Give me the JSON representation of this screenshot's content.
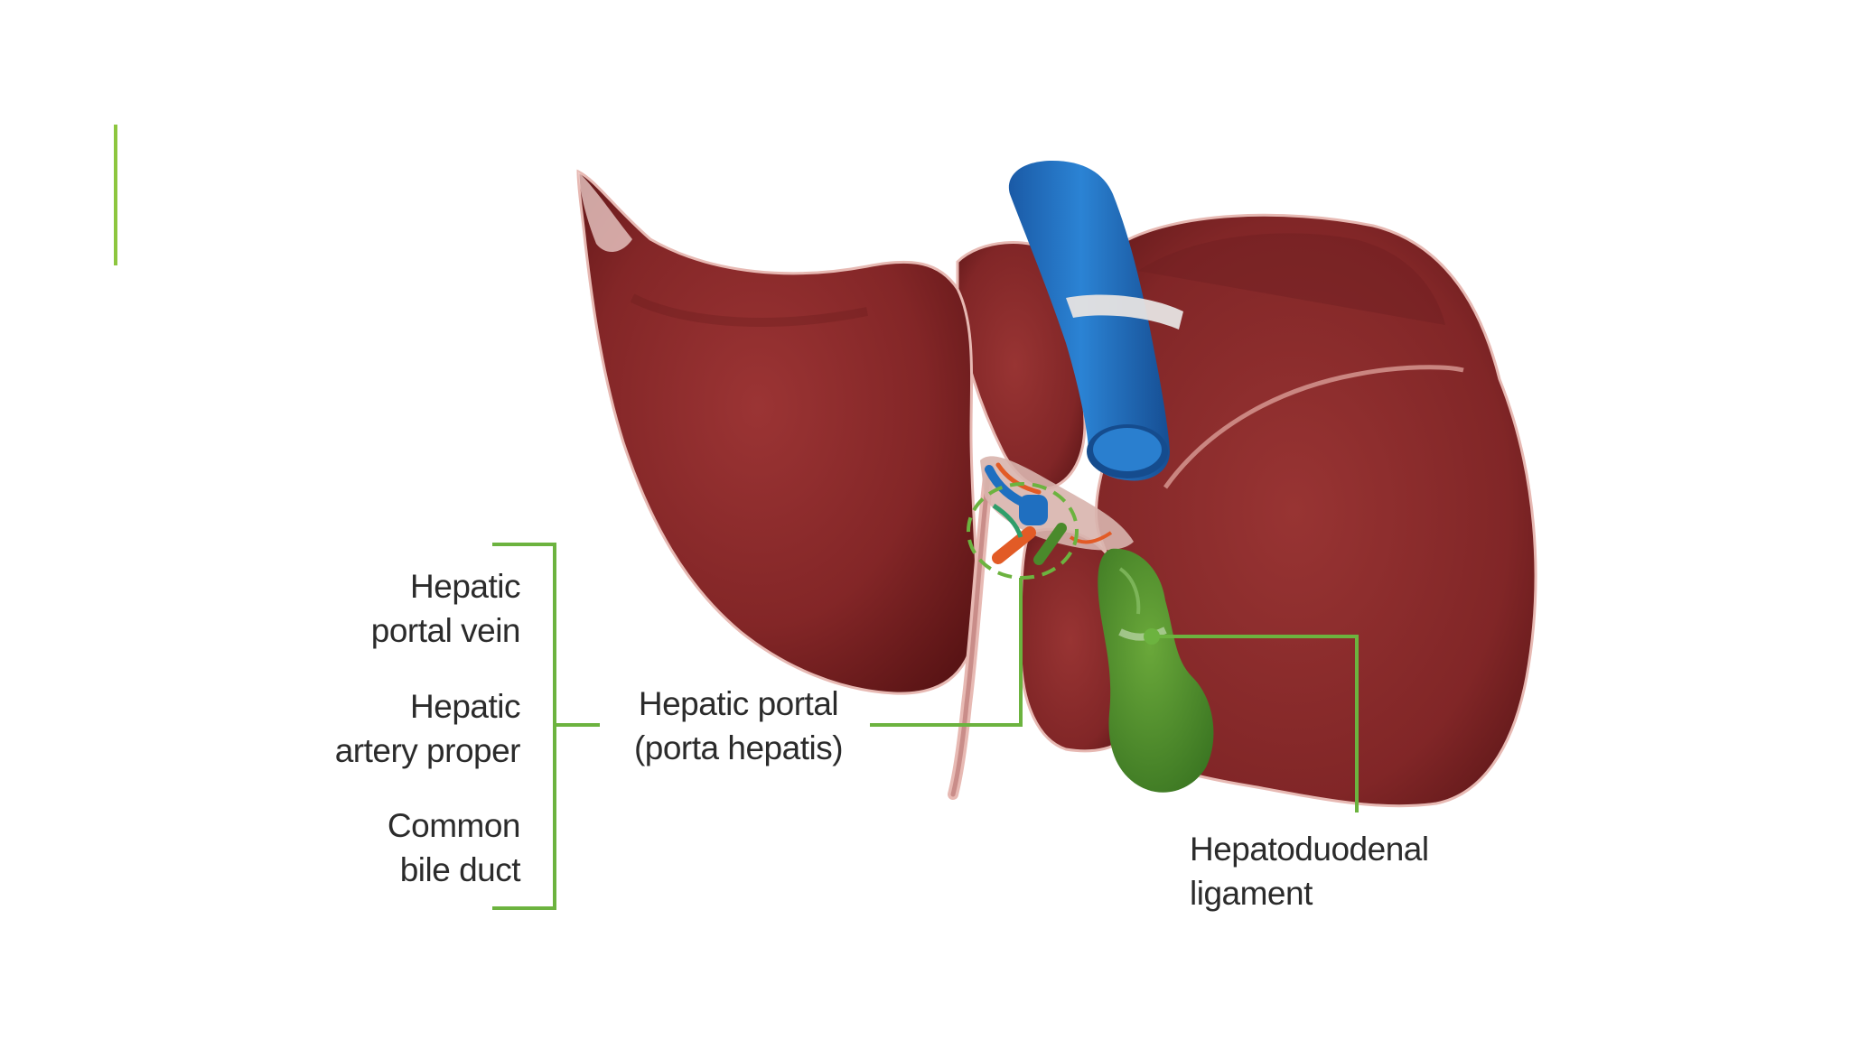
{
  "colors": {
    "accent": "#8dc63f",
    "leader_line": "#6cb33f",
    "liver": "#8a2b2a",
    "liver_dark": "#5e1617",
    "liver_light": "#a84040",
    "vena_cava": "#1f6fc0",
    "gallbladder": "#4a8a2b",
    "artery": "#e25b26",
    "text": "#2b2b2b"
  },
  "labels": {
    "portal_vein": [
      "Hepatic",
      "portal vein"
    ],
    "hepatic_artery": [
      "Hepatic",
      "artery proper"
    ],
    "bile_duct": [
      "Common",
      "bile duct"
    ],
    "porta_hepatis": [
      "Hepatic portal",
      "(porta hepatis)"
    ],
    "hepatoduodenal": [
      "Hepatoduodenal",
      "ligament"
    ]
  }
}
